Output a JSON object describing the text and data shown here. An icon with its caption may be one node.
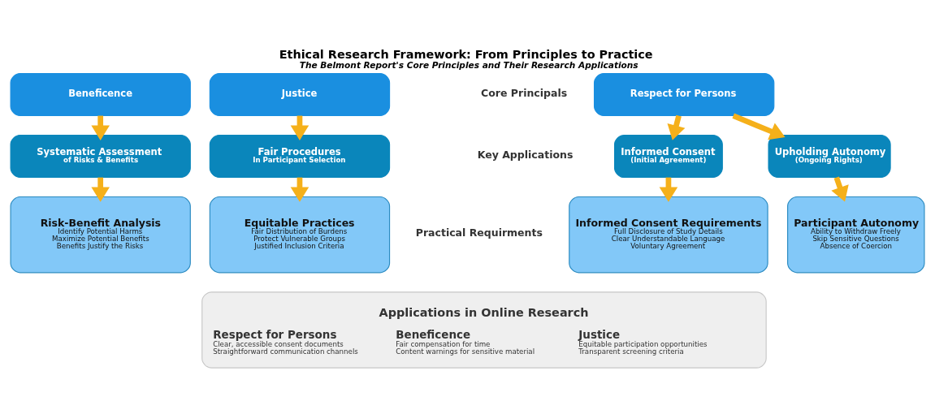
{
  "diagram": {
    "title": "Ethical Research Framework: From Principles to Practice",
    "caption": "The Belmont Report's Core Principles and Their Research Applications",
    "nodes": [
      {
        "text": [
          "Respect for Persons"
        ]
      },
      {
        "text": [
          "Beneficence"
        ]
      },
      {
        "text": [
          "Justice"
        ]
      },
      {
        "text": [
          "Informed Consent",
          "(Initial Agreement)"
        ]
      },
      {
        "text": [
          "Upholding Autonomy",
          "(Ongoing Rights)"
        ]
      },
      {
        "text": [
          "Systematic Assessment",
          "of Risks & Benefits"
        ]
      },
      {
        "text": [
          "Fair Procedures",
          "In Participant Selection"
        ]
      },
      {
        "text": [
          "Informed Consent Requirements",
          "Full Disclosure of Study Details",
          "Clear Understandable Language",
          "Voluntary Agreement"
        ]
      },
      {
        "text": [
          "Participant Autonomy",
          "Ability to Withdraw Freely",
          "Skip Sensitive Questions",
          "Absence of Coercion"
        ]
      },
      {
        "text": [
          "Risk-Benefit Analysis",
          "Identify Potential Harms",
          "Maximize Potential Benefits",
          "Benefits Justify the Risks"
        ]
      },
      {
        "text": [
          "Equitable Practices",
          "Fair Distribution of Burdens",
          "Protect Vulnerable Groups",
          "Justified Inclusion Criteria"
        ]
      },
      {
        "text": [
          "Applications in Online Research",
          "Respect for Persons",
          "Clear, accessible consent documents",
          "Straightforward communication channels",
          "Beneficence",
          "Fair compensation for time",
          "Content warnings for sensitive material",
          "Justice",
          "Equitable participation opportunities",
          "Transparent screening criteria"
        ]
      }
    ],
    "edges": [
      {
        "from": 0,
        "to": 3,
        "arrow": "to"
      },
      {
        "from": 0,
        "to": 4,
        "arrow": "to"
      },
      {
        "from": 1,
        "to": 5,
        "arrow": "to"
      },
      {
        "from": 2,
        "to": 6,
        "arrow": "to"
      },
      {
        "from": 3,
        "to": 7,
        "arrow": "to"
      },
      {
        "from": 4,
        "to": 8,
        "arrow": "to"
      },
      {
        "from": 5,
        "to": 9,
        "arrow": "to"
      },
      {
        "from": 6,
        "to": 10,
        "arrow": "to"
      }
    ],
    "labels": [
      "Core Principals",
      "Key Applications",
      "Practical Requirments"
    ]
  }
}
